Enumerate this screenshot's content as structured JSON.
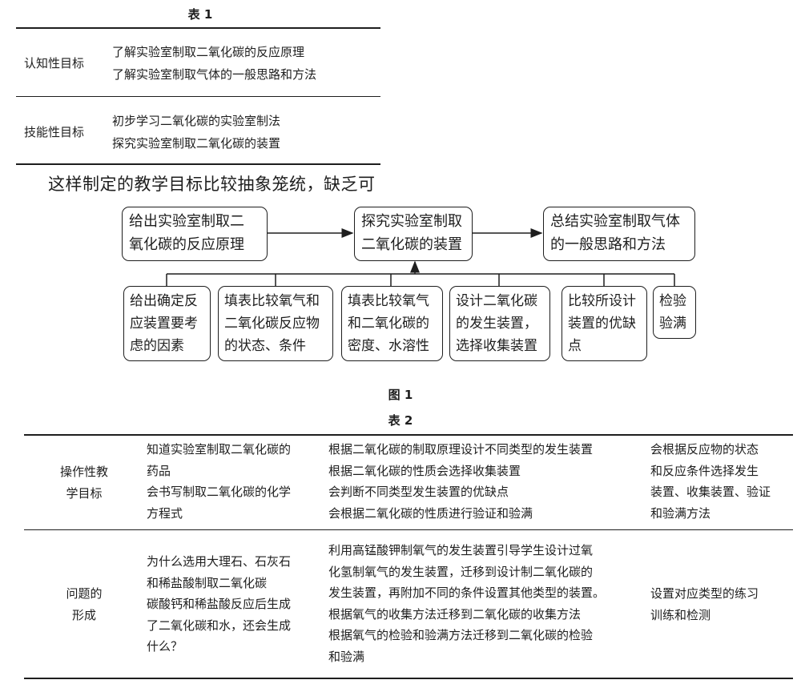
{
  "table1": {
    "caption": "表 1",
    "rows": [
      {
        "label": "认知性目标",
        "lines": [
          "了解实验室制取二氧化碳的反应原理",
          "了解实验室制取气体的一般思路和方法"
        ]
      },
      {
        "label": "技能性目标",
        "lines": [
          "初步学习二氧化碳的实验室制法",
          "探究实验室制取二氧化碳的装置"
        ]
      }
    ]
  },
  "paragraph": "这样制定的教学目标比较抽象笼统，缺乏可",
  "figure1": {
    "caption": "图 1",
    "top": [
      {
        "lines": [
          "给出实验室制取二",
          "氧化碳的反应原理"
        ]
      },
      {
        "lines": [
          "探究实验室制取",
          "二氧化碳的装置"
        ]
      },
      {
        "lines": [
          "总结实验室制取气体",
          "的一般思路和方法"
        ]
      }
    ],
    "bottom": [
      {
        "lines": [
          "给出确定反",
          "应装置要考",
          "虑的因素"
        ]
      },
      {
        "lines": [
          "填表比较氧气和",
          "二氧化碳反应物",
          "的状态、条件"
        ]
      },
      {
        "lines": [
          "填表比较氧气",
          "和二氧化碳的",
          "密度、水溶性"
        ]
      },
      {
        "lines": [
          "设计二氧化碳",
          "的发生装置，",
          "选择收集装置"
        ]
      },
      {
        "lines": [
          "比较所设计",
          "装置的优缺",
          "点"
        ]
      },
      {
        "lines": [
          "检验",
          "验满"
        ]
      }
    ]
  },
  "table2": {
    "caption": "表 2",
    "rows": [
      {
        "label": [
          "操作性教",
          "学目标"
        ],
        "col1": [
          "知道实验室制取二氧化碳的",
          "药品",
          "会书写制取二氧化碳的化学",
          "方程式"
        ],
        "col2": [
          "根据二氧化碳的制取原理设计不同类型的发生装置",
          "根据二氧化碳的性质会选择收集装置",
          "会判断不同类型发生装置的优缺点",
          "会根据二氧化碳的性质进行验证和验满"
        ],
        "col3": [
          "会根据反应物的状态",
          "和反应条件选择发生",
          "装置、收集装置、验证",
          "和验满方法"
        ]
      },
      {
        "label": [
          "问题的",
          "形成"
        ],
        "col1": [
          "为什么选用大理石、石灰石",
          "和稀盐酸制取二氧化碳",
          "碳酸钙和稀盐酸反应后生成",
          "了二氧化碳和水，还会生成",
          "什么？"
        ],
        "col2": [
          "利用高锰酸钾制氧气的发生装置引导学生设计过氧",
          "化氢制氧气的发生装置，迁移到设计制二氧化碳的",
          "发生装置，再附加不同的条件设置其他类型的装置。",
          "根据氧气的收集方法迁移到二氧化碳的收集方法",
          "根据氧气的检验和验满方法迁移到二氧化碳的检验",
          "和验满"
        ],
        "col3": [
          "设置对应类型的练习",
          "训练和检测"
        ]
      }
    ]
  }
}
